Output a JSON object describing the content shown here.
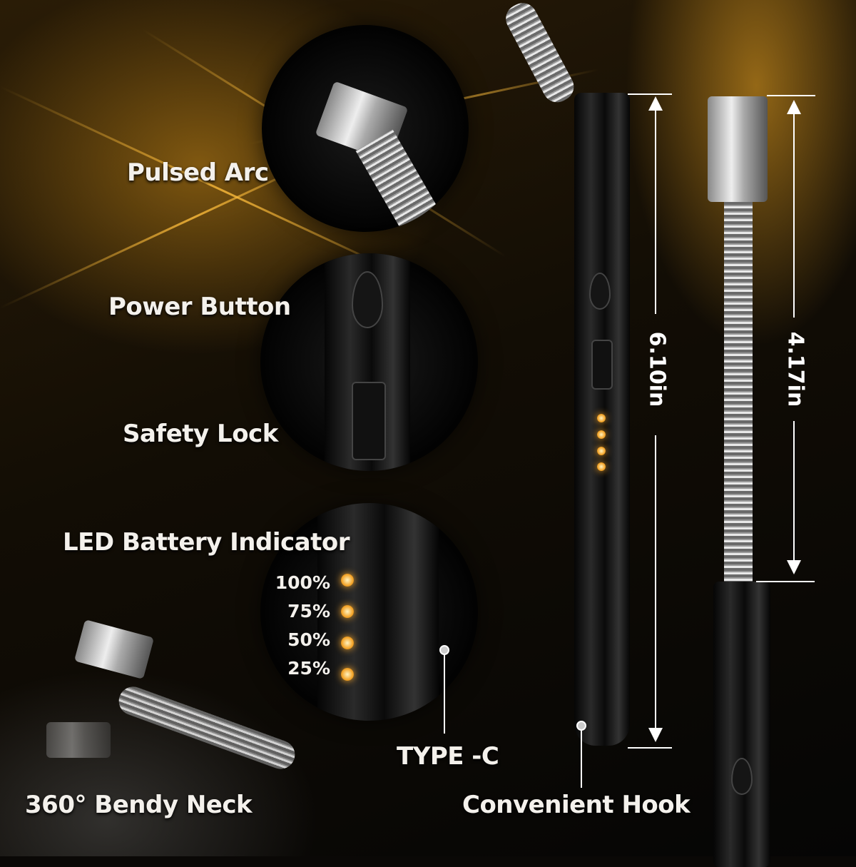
{
  "features": {
    "pulsed_arc": "Pulsed Arc",
    "power_button": "Power Button",
    "safety_lock": "Safety Lock",
    "led_indicator": "LED Battery Indicator",
    "bendy_neck": "360° Bendy Neck",
    "type_c": "TYPE -C",
    "hook": "Convenient Hook"
  },
  "battery_levels": [
    "100%",
    "75%",
    "50%",
    "25%"
  ],
  "dimensions": {
    "body": "6.10in",
    "neck": "4.17in"
  },
  "colors": {
    "accent": "#f4a52a",
    "text": "#f4f1ec"
  }
}
